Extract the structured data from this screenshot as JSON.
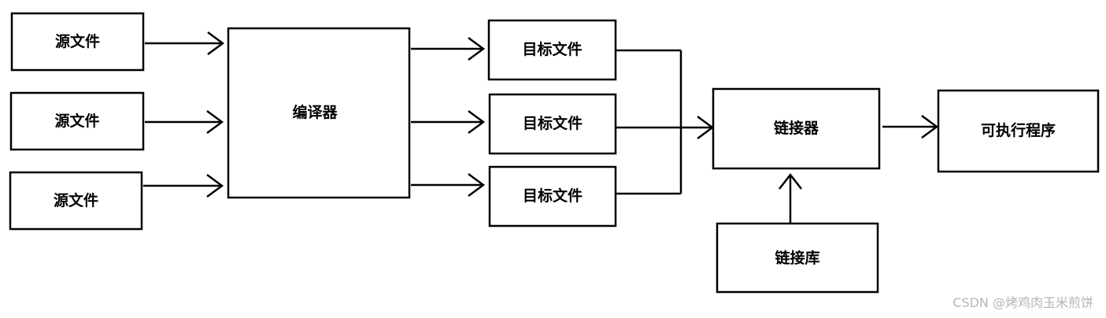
{
  "boxes": {
    "source_1": "源文件",
    "source_2": "源文件",
    "source_3": "源文件",
    "compiler": "编译器",
    "object_1": "目标文件",
    "object_2": "目标文件",
    "object_3": "目标文件",
    "linker": "链接器",
    "library": "链接库",
    "executable": "可执行程序"
  },
  "watermark": "CSDN @烤鸡肉玉米煎饼"
}
